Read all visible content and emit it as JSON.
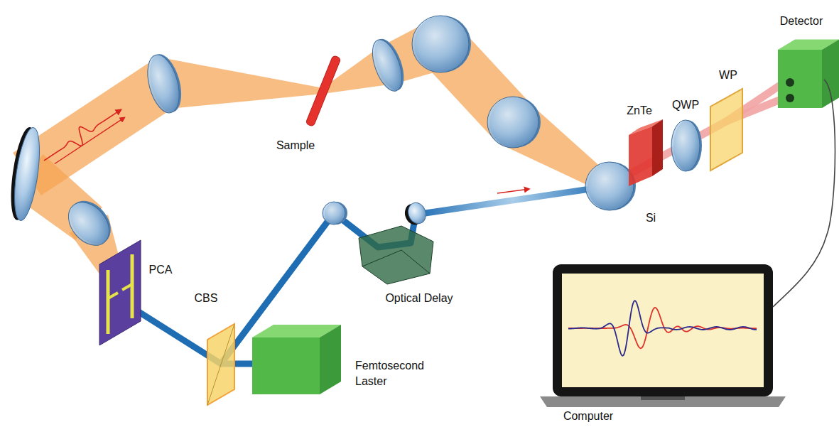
{
  "diagram": {
    "labels": [
      "Sample",
      "Detector",
      "WP",
      "QWP",
      "ZnTe",
      "PCA",
      "CBS",
      "Si",
      "Optical Delay",
      "Femtosecond Laster",
      "Computer"
    ]
  }
}
